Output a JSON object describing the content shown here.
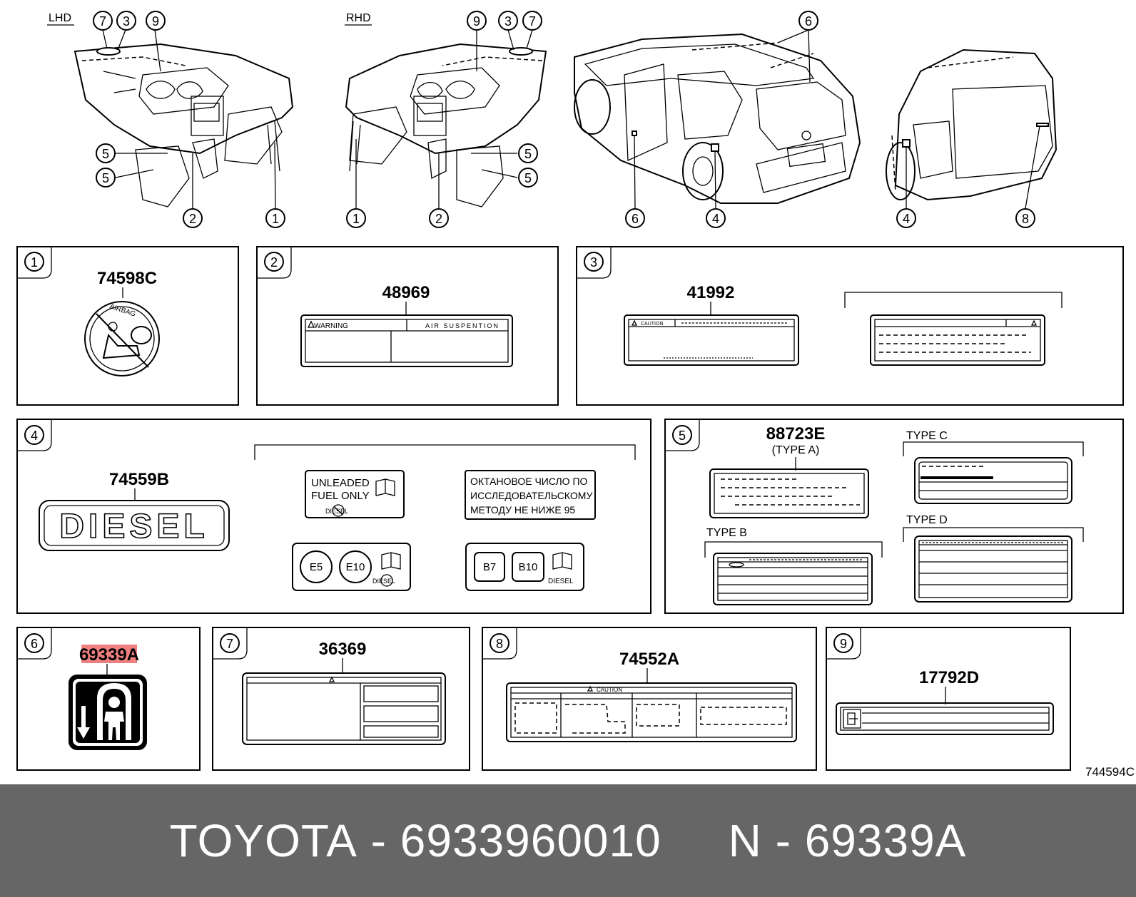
{
  "header": {
    "lhd_label": "LHD",
    "rhd_label": "RHD"
  },
  "callouts": {
    "lhd": [
      "7",
      "3",
      "9",
      "5",
      "5",
      "2",
      "1"
    ],
    "rhd": [
      "9",
      "3",
      "7",
      "5",
      "5",
      "1",
      "2"
    ],
    "vehicle_rear": [
      "6",
      "6",
      "4"
    ],
    "vehicle_back": [
      "4",
      "8"
    ]
  },
  "panels": {
    "p1": {
      "num": "1",
      "part": "74598C",
      "label_text": "AIRBAG"
    },
    "p2": {
      "num": "2",
      "part": "48969",
      "warning": "WARNING",
      "header_right": "AIR SUSPENTION"
    },
    "p3": {
      "num": "3",
      "part": "41992",
      "caution": "CAUTION"
    },
    "p4": {
      "num": "4",
      "part": "74559B",
      "diesel_big": "DIESEL",
      "unleaded_1": "UNLEADED",
      "unleaded_2": "FUEL ONLY",
      "diesel_small": "DIESEL",
      "ru_1": "ОКТАНОВОЕ ЧИСЛО ПО",
      "ru_2": "ИССЛЕДОВАТЕЛЬСКОМУ",
      "ru_3": "МЕТОДУ НЕ НИЖЕ 95",
      "e5": "E5",
      "e10": "E10",
      "b7": "B7",
      "b10": "B10"
    },
    "p5": {
      "num": "5",
      "part": "88723E",
      "type_a": "(TYPE A)",
      "type_b": "TYPE B",
      "type_c": "TYPE C",
      "type_d": "TYPE D"
    },
    "p6": {
      "num": "6",
      "part": "69339A"
    },
    "p7": {
      "num": "7",
      "part": "36369"
    },
    "p8": {
      "num": "8",
      "part": "74552A",
      "caution": "CAUTION"
    },
    "p9": {
      "num": "9",
      "part": "17792D"
    }
  },
  "diagram_id": "744594C",
  "footer": {
    "brand": "TOYOTA",
    "part_number": "6933960010",
    "ref_prefix": "N",
    "ref_code": "69339A"
  },
  "colors": {
    "highlight": "#f08080",
    "footer_bg": "#666666"
  }
}
